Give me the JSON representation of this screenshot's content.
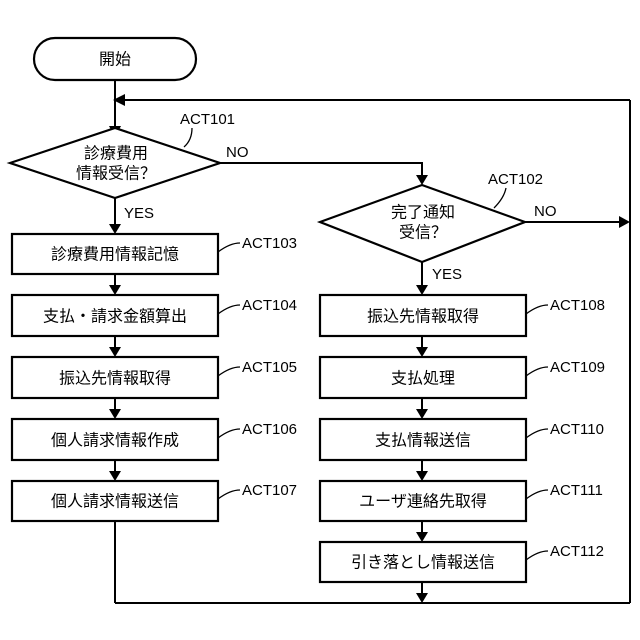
{
  "nodes": {
    "start": {
      "text": "開始"
    },
    "act101": {
      "lines": [
        "診療費用",
        "情報受信？"
      ],
      "label": "ACT101"
    },
    "act102": {
      "lines": [
        "完了通知",
        "受信？"
      ],
      "label": "ACT102"
    },
    "act103": {
      "text": "診療費用情報記憶",
      "label": "ACT103"
    },
    "act104": {
      "text": "支払・請求金額算出",
      "label": "ACT104"
    },
    "act105": {
      "text": "振込先情報取得",
      "label": "ACT105"
    },
    "act106": {
      "text": "個人請求情報作成",
      "label": "ACT106"
    },
    "act107": {
      "text": "個人請求情報送信",
      "label": "ACT107"
    },
    "act108": {
      "text": "振込先情報取得",
      "label": "ACT108"
    },
    "act109": {
      "text": "支払処理",
      "label": "ACT109"
    },
    "act110": {
      "text": "支払情報送信",
      "label": "ACT110"
    },
    "act111": {
      "text": "ユーザ連絡先取得",
      "label": "ACT111"
    },
    "act112": {
      "text": "引き落とし情報送信",
      "label": "ACT112"
    }
  },
  "edge_labels": {
    "act101_yes": "YES",
    "act101_no": "NO",
    "act102_yes": "YES",
    "act102_no": "NO"
  }
}
